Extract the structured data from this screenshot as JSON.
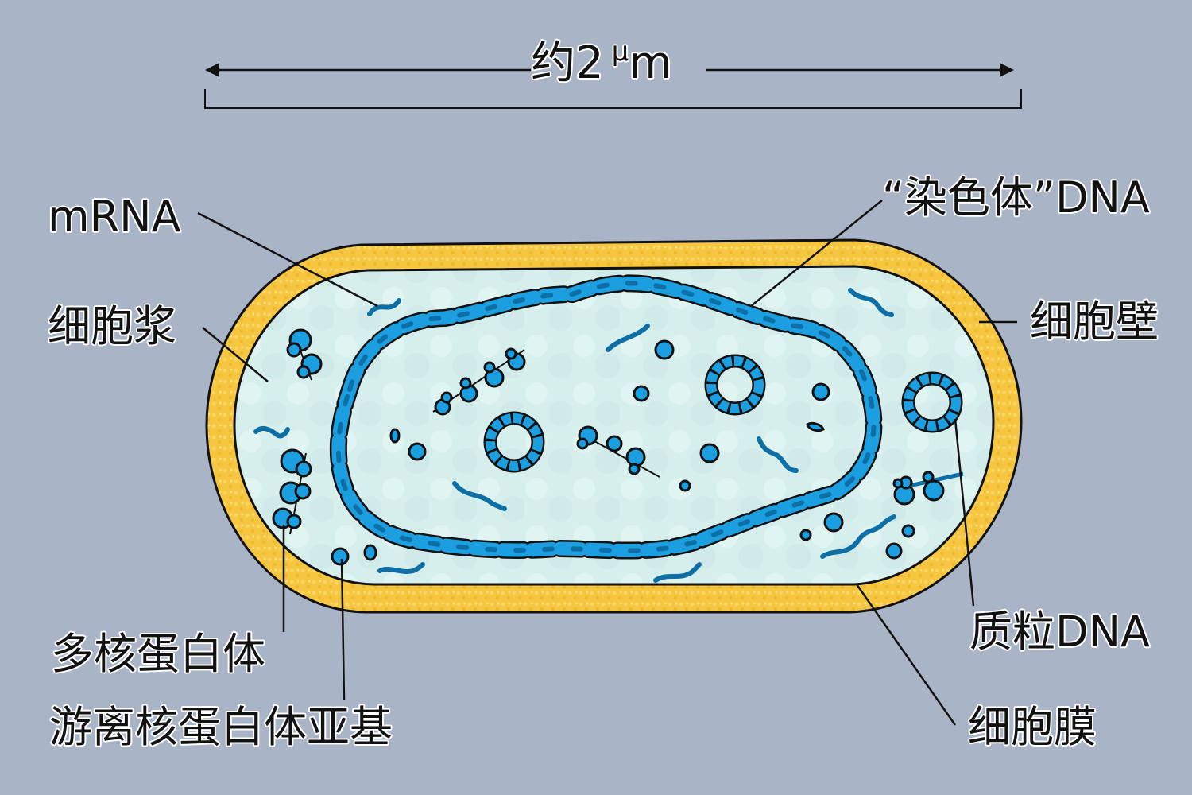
{
  "scale_bar": {
    "prefix": "约2",
    "unit_symbol": "μ",
    "unit_suffix": "m"
  },
  "labels": {
    "mrna": "mRNA",
    "cytoplasm": "细胞浆",
    "chromosome_dna": "“染色体”DNA",
    "cell_wall": "细胞壁",
    "polyribosome": "多核蛋白体",
    "free_ribosome_subunit": "游离核蛋白体亚基",
    "plasmid_dna": "质粒DNA",
    "cell_membrane": "细胞膜"
  },
  "colors": {
    "background": "#a9b4c6",
    "cell_wall": "#f6c640",
    "cytoplasm": "#d9f1ef",
    "dna_blue": "#1b9fe0",
    "dna_dark": "#0d6fa6",
    "outline": "#111111"
  }
}
